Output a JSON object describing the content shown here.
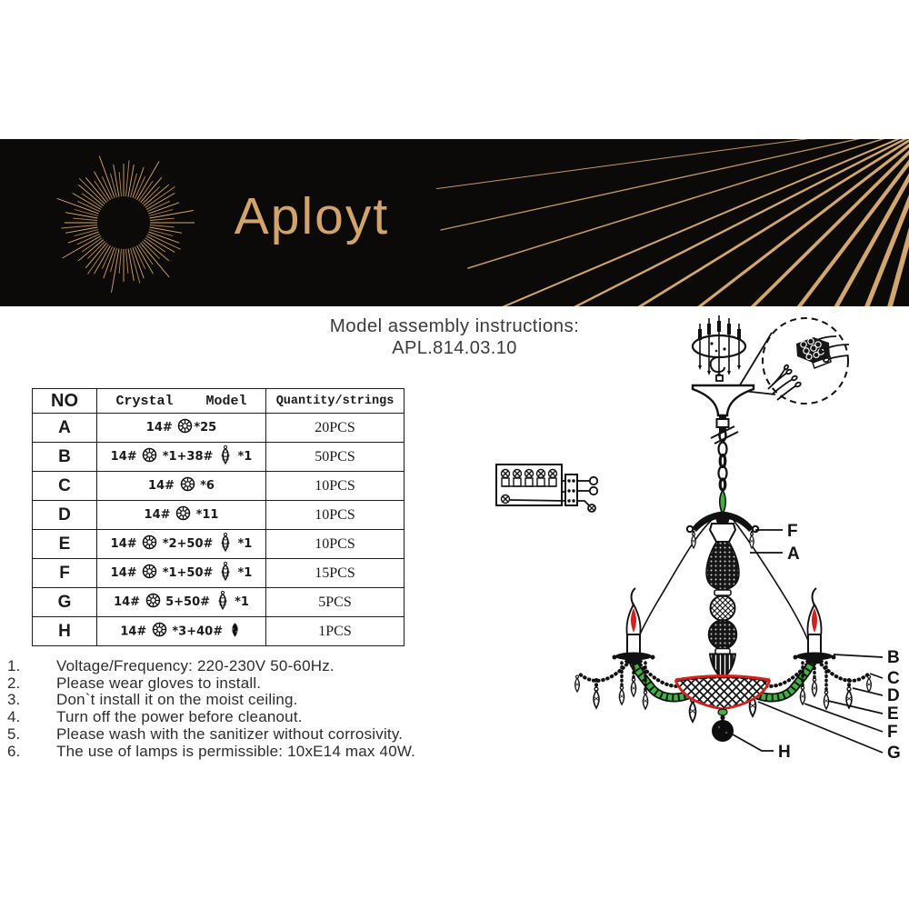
{
  "banner": {
    "brand": "Aployt",
    "background": "#0c0a08",
    "gold": "#d2a46a"
  },
  "title": {
    "line1": "Model assembly instructions:",
    "line2": "APL.814.03.10"
  },
  "parts_table": {
    "headers": {
      "no": "NO",
      "model": "Crystal    Model",
      "quantity": "Quantity/strings"
    },
    "rows": [
      {
        "no": "A",
        "model": "14# {oct}*25",
        "quantity": "20PCS"
      },
      {
        "no": "B",
        "model": "14# {oct} *1+38# {drop} *1",
        "quantity": "50PCS"
      },
      {
        "no": "C",
        "model": "14# {oct} *6",
        "quantity": "10PCS"
      },
      {
        "no": "D",
        "model": "14# {oct} *11",
        "quantity": "10PCS"
      },
      {
        "no": "E",
        "model": "14# {oct} *2+50# {drop} *1",
        "quantity": "10PCS"
      },
      {
        "no": "F",
        "model": "14# {oct} *1+50# {drop} *1",
        "quantity": "15PCS"
      },
      {
        "no": "G",
        "model": "14# {oct} 5+50# {drop} *1",
        "quantity": "5PCS"
      },
      {
        "no": "H",
        "model": "14# {oct} *3+40# {ball}",
        "quantity": "1PCS"
      }
    ],
    "icons": {
      "oct": "octagon-crystal-icon",
      "drop": "drop-crystal-icon",
      "ball": "ball-crystal-icon"
    }
  },
  "instructions": [
    {
      "num": "1.",
      "text": "Voltage/Frequency: 220-230V 50-60Hz."
    },
    {
      "num": "2.",
      "text": "Please wear gloves to install."
    },
    {
      "num": "3.",
      "text": "Don`t install it on the moist ceiling."
    },
    {
      "num": "4.",
      "text": "Turn off the power before cleanout."
    },
    {
      "num": "5.",
      "text": "Please wash with the sanitizer without corrosivity."
    },
    {
      "num": "6.",
      "text": "The use of lamps is permissible: 10xE14 max 40W."
    }
  ],
  "diagram": {
    "labels": {
      "canopy_crystal": "F",
      "suspension_string": "A",
      "right": [
        "B",
        "C",
        "D",
        "E",
        "F",
        "G"
      ],
      "bottom_ball": "H"
    },
    "colors": {
      "green": "#3fb33f",
      "red": "#d61f1f",
      "line": "#111111"
    }
  }
}
